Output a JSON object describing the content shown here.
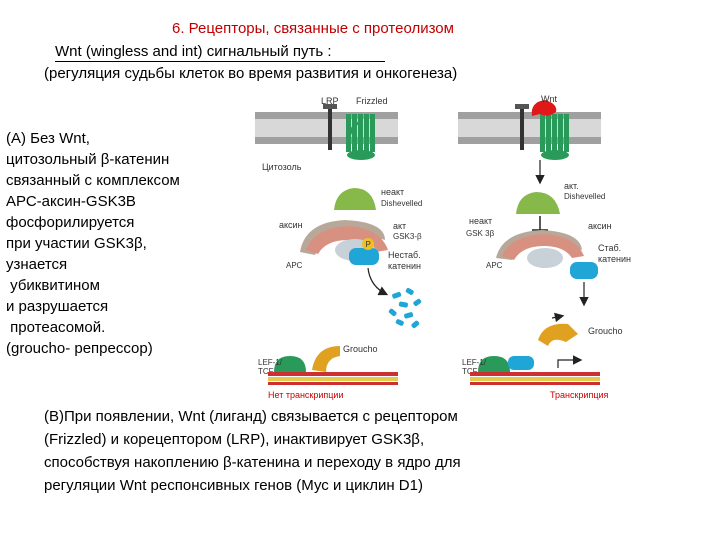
{
  "header": {
    "title": "6. Рецепторы, связанные с протеолизом",
    "line1": "Wnt (wingless and int) сигнальный путь :",
    "line2": "(регуляция  судьбы клеток во время развития  и онкогенеза)"
  },
  "left_panel": {
    "lines": [
      "(А) Без Wnt,",
      "цитозольный β-катенин",
      "связанный с комплексом",
      "АРС-аксин-GSK3B",
      "фосфорилируется",
      "при участии GSK3β,",
      "узнается",
      " убиквитином",
      "и разрушается",
      " протеасомой.",
      "(groucho- репрессор)"
    ]
  },
  "bottom_panel": {
    "lines": [
      "(В)При появлении,  Wnt (лиганд) связывается с рецептором",
      "(Frizzled) и корецептором (LRP), инактивирует GSK3β,",
      "способствуя накоплению β-катенина и переходу в ядро для",
      "регуляции Wnt респонсивных генов (Мус и циклин D1)"
    ]
  },
  "diagram_left": {
    "lrp": "LRP",
    "frizzled": "Frizzled",
    "cytosol": "Цитозоль",
    "inactive": "неакт",
    "dishevelled": "Dishevelled",
    "axin": "аксин",
    "active": "акт",
    "gsk": "GSK3-β",
    "p": "P",
    "unstable1": "Нестаб.",
    "unstable2": "катенин",
    "apc": "APC",
    "groucho": "Groucho",
    "lef1": "LEF-1/",
    "lef2": "TCF",
    "no_transcription": "Нет транскрипции"
  },
  "diagram_right": {
    "wnt": "Wnt",
    "active": "акт.",
    "dishevelled": "Dishevelled",
    "inactive": "неакт",
    "gsk": "GSK 3β",
    "axin": "аксин",
    "stable1": "Стаб.",
    "stable2": "катенин",
    "apc": "APC",
    "groucho": "Groucho",
    "lef1": "LEF-1/",
    "lef2": "TCF",
    "transcription": "Транскрипция"
  },
  "colors": {
    "title": "#c00000",
    "membrane": "#9a9a9a",
    "receptor": "#2a9a5a",
    "wnt": "#e01818",
    "dishevelled": "#86b84a",
    "axin": "#b8a89a",
    "apc": "#d89080",
    "gsk": "#c8d0d8",
    "catenin": "#1fa6d6",
    "groucho": "#e0a020",
    "dna": "#e6c84a"
  }
}
